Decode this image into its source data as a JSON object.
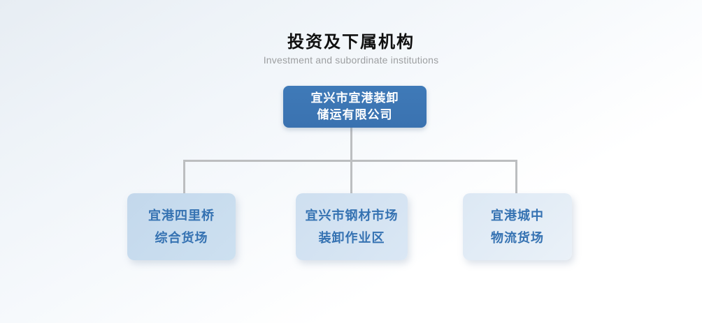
{
  "header": {
    "title": "投资及下属机构",
    "subtitle": "Investment and subordinate institutions"
  },
  "org_chart": {
    "type": "org-tree",
    "root": {
      "label": "宜兴市宜港装卸\n储运有限公司"
    },
    "children": [
      {
        "label": "宜港四里桥\n综合货场"
      },
      {
        "label": "宜兴市钢材市场\n装卸作业区"
      },
      {
        "label": "宜港城中\n物流货场"
      }
    ]
  },
  "colors": {
    "root_box": "#3b74b3",
    "root_text": "#ffffff",
    "child_box_left": "#c7dbee",
    "child_box_middle": "#d3e2f1",
    "child_box_right": "#e1eaf5",
    "child_text": "#3572b2",
    "connector": "#bcbec0",
    "title_text": "#101010",
    "subtitle_text": "#9d9fa1"
  }
}
